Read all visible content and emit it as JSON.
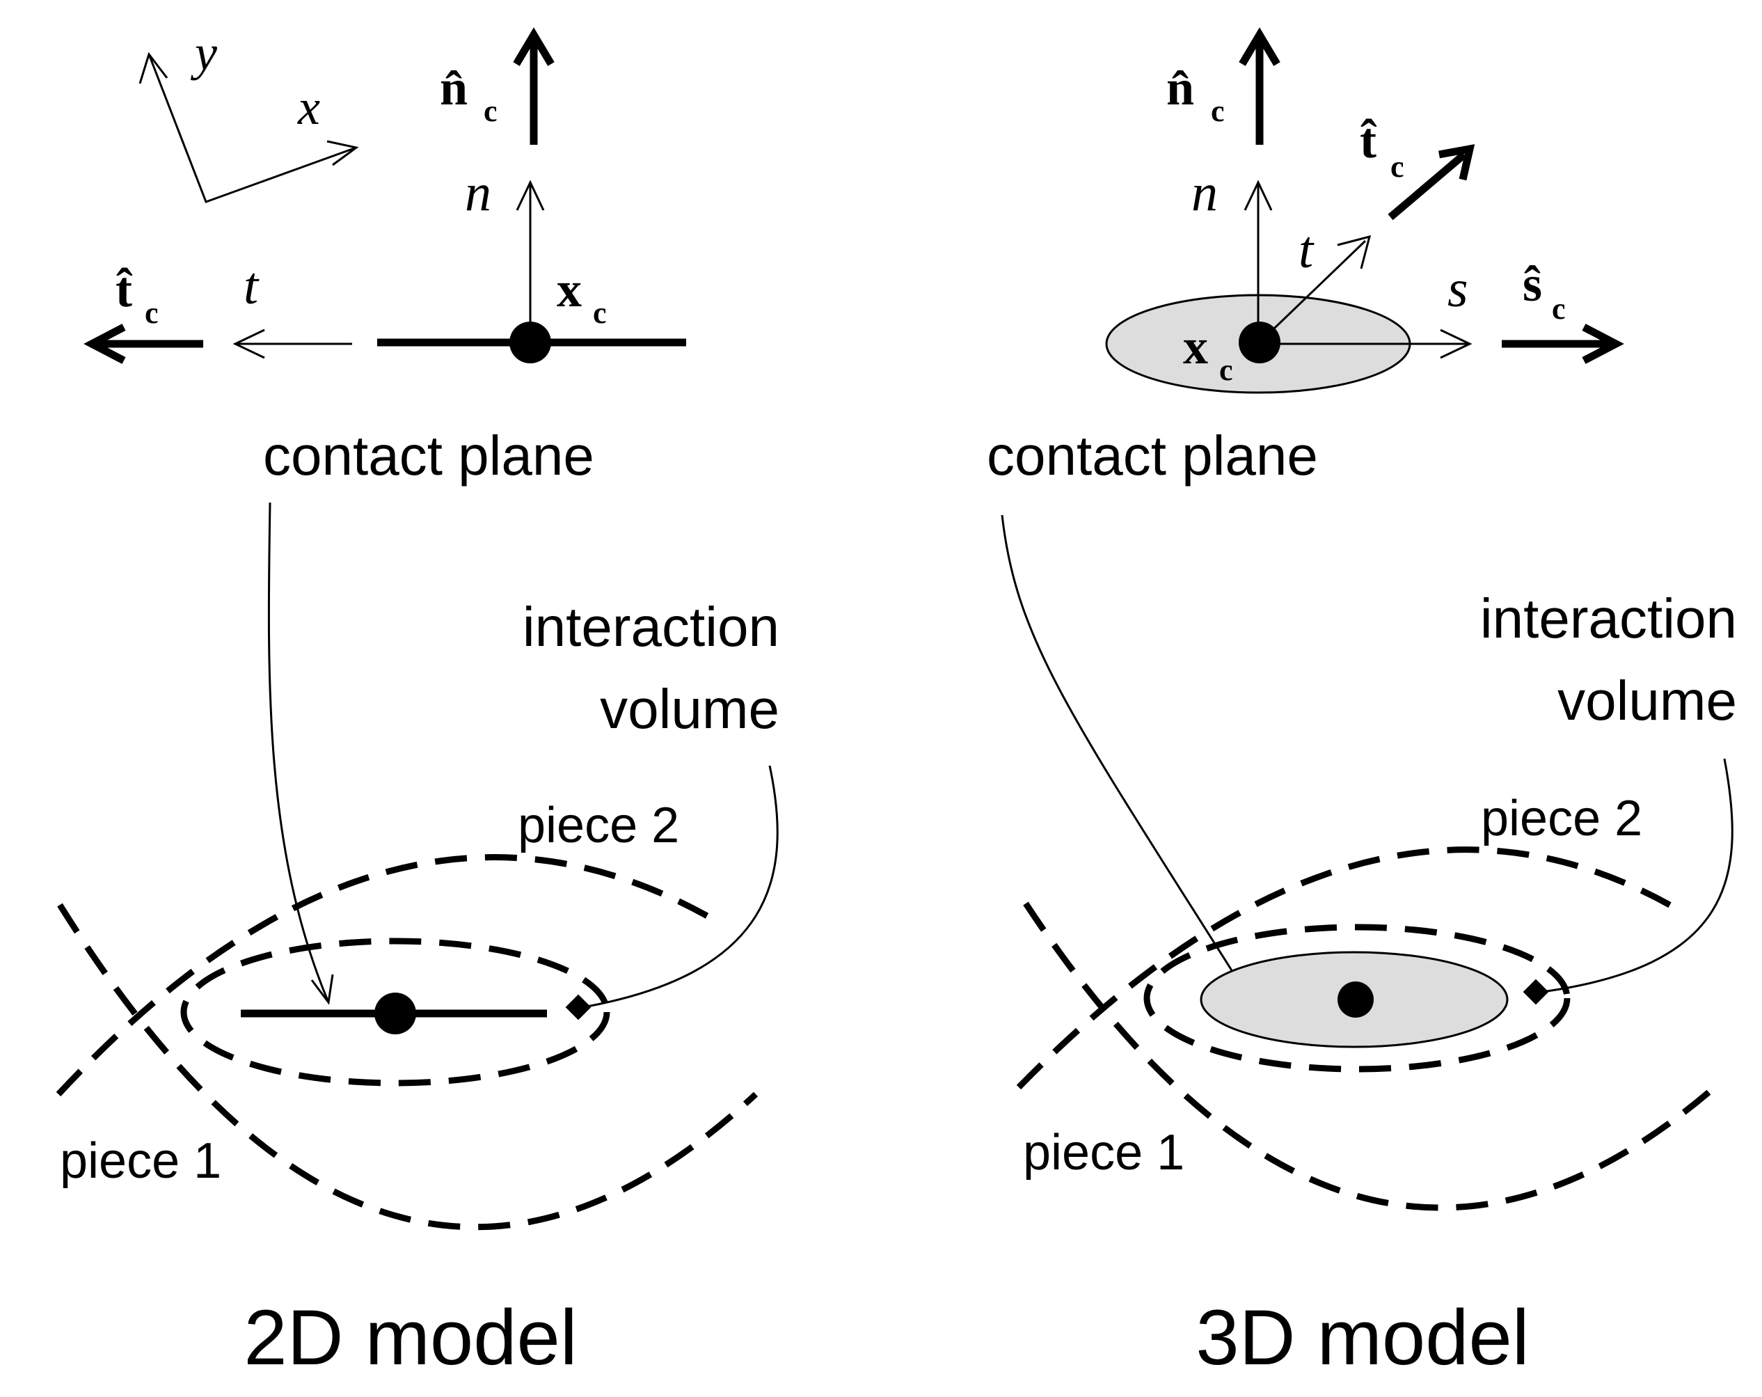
{
  "panel_2d": {
    "axis_x": "x",
    "axis_y": "y",
    "normal_unit": "n̂",
    "normal_unit_sub": "c",
    "normal_label": "n",
    "tangent_unit": "t̂",
    "tangent_unit_sub": "c",
    "tangent_label": "t",
    "contact_point": "x",
    "contact_point_sub": "c",
    "contact_plane": "contact plane",
    "interaction_line1": "interaction",
    "interaction_line2": "volume",
    "piece2": "piece 2",
    "piece1": "piece 1",
    "caption": "2D model"
  },
  "panel_3d": {
    "normal_unit": "n̂",
    "normal_unit_sub": "c",
    "normal_label": "n",
    "tangent_unit": "t̂",
    "tangent_unit_sub": "c",
    "tangent_label": "t",
    "s_label": "s",
    "s_unit": "ŝ",
    "s_unit_sub": "c",
    "contact_point": "x",
    "contact_point_sub": "c",
    "contact_plane": "contact plane",
    "interaction_line1": "interaction",
    "interaction_line2": "volume",
    "piece2": "piece 2",
    "piece1": "piece 1",
    "caption": "3D model"
  },
  "colors": {
    "ink": "#000000",
    "contact_fill": "#dddddd",
    "background": "#ffffff"
  }
}
